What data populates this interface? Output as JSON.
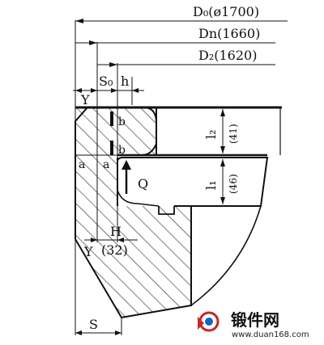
{
  "dimensions": {
    "d0": "D₀(ø1700)",
    "dn": "Dn(1660)",
    "d2": "D₂(1620)",
    "s0": "S₀",
    "h_top": "h",
    "y_top": "Y",
    "y_bottom": "Y",
    "s_bottom": "S",
    "l2": "l₂",
    "l2_value": "(41)",
    "l1": "l₁",
    "l1_value": "(46)",
    "h_mid": "H",
    "h_mid_value": "(32)",
    "b_upper": "b",
    "b_lower": "b",
    "a_left": "a",
    "a_right": "a",
    "q": "Q"
  },
  "watermark": {
    "brand": "锻件网",
    "url": "www.duan168.com"
  }
}
